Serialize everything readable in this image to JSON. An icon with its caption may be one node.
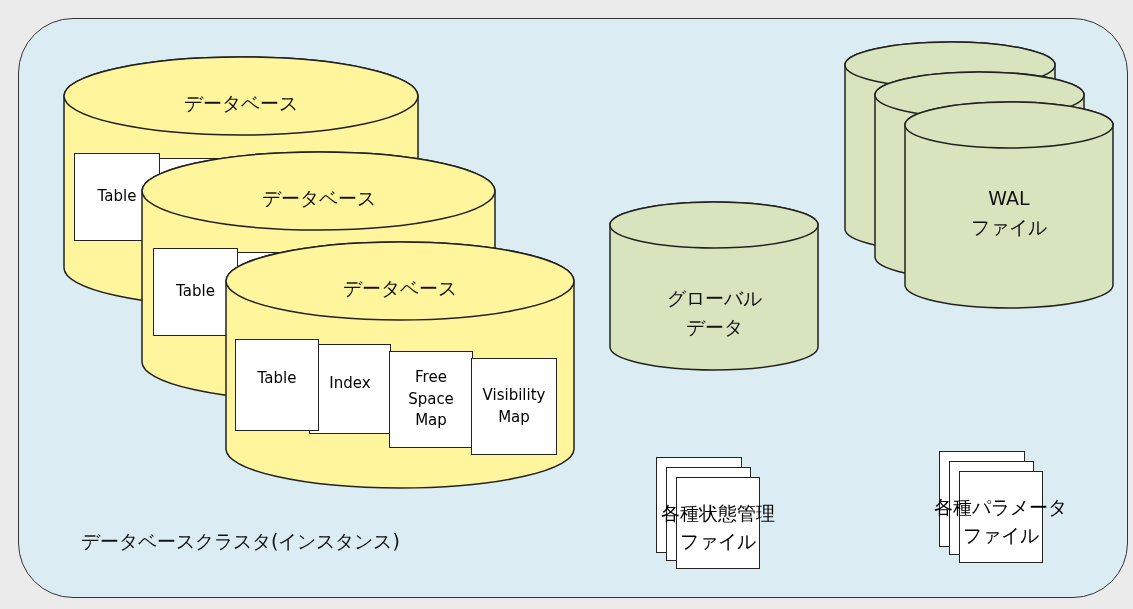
{
  "diagram": {
    "nodes": [
      {
        "text": [
          "データベースクラスタ(インスタンス)"
        ]
      },
      {
        "text": [
          "データベース"
        ],
        "in": 0
      },
      {
        "text": [
          "Table"
        ],
        "in": 1
      },
      {
        "text": [],
        "shape": "box"
      },
      {
        "text": [
          "データベース"
        ],
        "in": 0
      },
      {
        "text": [
          "Table"
        ],
        "in": 4
      },
      {
        "text": [],
        "shape": "box"
      },
      {
        "text": [
          "データベース"
        ],
        "in": 0
      },
      {
        "text": [
          "Table"
        ],
        "in": 7
      },
      {
        "text": [
          "Index"
        ],
        "in": 7
      },
      {
        "text": [
          "Free Space Map"
        ],
        "in": 7
      },
      {
        "text": [
          "Visibility Map"
        ],
        "in": 7
      },
      {
        "text": [],
        "shape": "cylinder",
        "in": 0
      },
      {
        "text": [],
        "shape": "cylinder",
        "in": 0
      },
      {
        "text": [
          "WALファイル"
        ],
        "in": 0
      },
      {
        "text": [
          "グローバルデータ"
        ],
        "in": 0
      },
      {
        "text": [],
        "shape": "box",
        "in": 0
      },
      {
        "text": [],
        "shape": "box",
        "in": 0
      },
      {
        "text": [
          "各種状態管理ファイル"
        ],
        "in": 0
      },
      {
        "text": [],
        "shape": "box",
        "in": 0
      },
      {
        "text": [],
        "shape": "box",
        "in": 0
      },
      {
        "text": [
          "各種パラメータファイル"
        ],
        "in": 0
      }
    ],
    "edges": []
  }
}
